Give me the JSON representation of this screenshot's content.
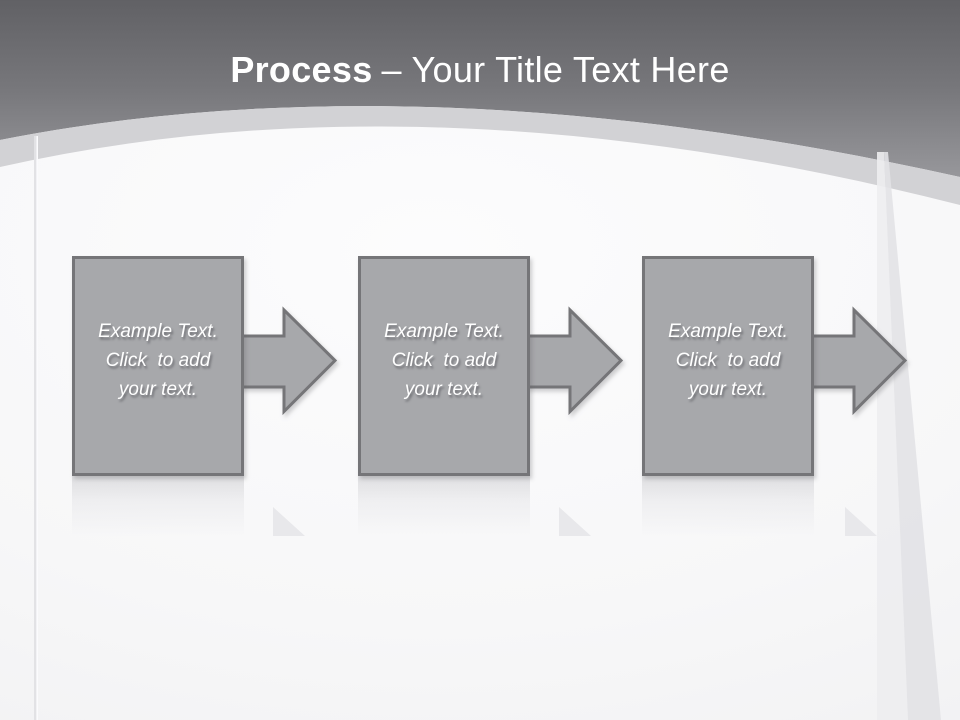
{
  "title": {
    "emphasis": "Process",
    "rest": "– Your Title Text Here"
  },
  "steps": [
    {
      "lines": [
        "Example Text.",
        "Click  to add",
        "your text."
      ]
    },
    {
      "lines": [
        "Example Text.",
        "Click  to add",
        "your text."
      ]
    },
    {
      "lines": [
        "Example Text.",
        "Click  to add",
        "your text."
      ]
    }
  ],
  "connectors": {
    "shape": "right-arrow",
    "count": 3
  },
  "colors": {
    "header_gradient_top": "#616165",
    "header_gradient_bottom": "#97979b",
    "curve_band": "#d2d2d5",
    "content_background": "#f7f7f8",
    "box_fill": "#a7a8ab",
    "box_border": "#757578",
    "box_text": "#ffffff",
    "title_text": "#ffffff"
  }
}
